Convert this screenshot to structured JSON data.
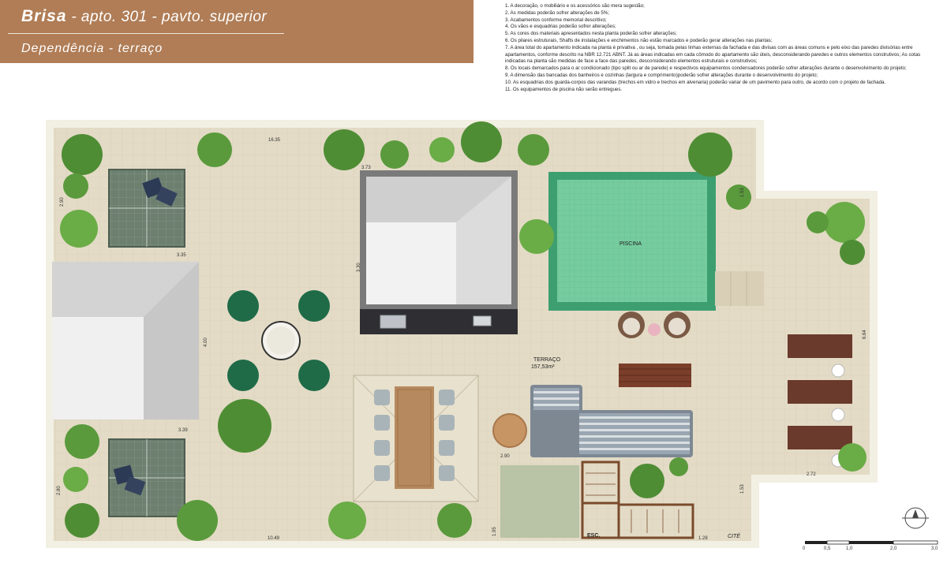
{
  "header": {
    "project": "Brisa",
    "unit_info": "- apto. 301 - pavto. superior",
    "subtitle": "Dependência - terraço",
    "accent_color": "#b07d56"
  },
  "notes": [
    "1. A decoração, o mobiliário e os acessórios são mera sugestão;",
    "2. As medidas poderão sofrer alterações de 5%;",
    "3. Acabamentos conforme memorial descritivo;",
    "4. Os vãos e esquadrias poderão sofrer alterações;",
    "5. As cores dos materiais apresentados nesta planta poderão sofrer alterações;",
    "6. Os pilares estruturais, Shafts de instalações e enchimentos não estão marcados e poderão gerar alterações nas plantas;",
    "7. A área total do apartamento indicada na planta é privativa , ou seja, tomada pelas linhas externas da fachada e das divisas com as áreas comuns e pelo eixo das paredes divisórias entre apartamentos, conforme descrito na NBR 12.721 ABNT. Já as áreas indicadas em cada cômodo do apartamento são úteis, desconsiderando paredes e outros elementos construtivos; As cotas indicadas na planta são medidas de face a face das paredes, desconsiderando elementos estruturais e construtivos;",
    "8. Os locais demarcados para o ar condicionado (tipo split ou ar de parede) e respectivos equipamentos condensadores poderão sofrer alterações durante o desenvolvimento do projeto;",
    "9. A dimensão das bancadas dos banheiros e cozinhas (largura e comprimento)poderão sofrer alterações durante o desenvolvimento do projeto;",
    "10. As esquadrias dos guarda-corpos das varandas (trechos em vidro e trechos em alvenaria) poderão variar de um pavimento para outro, de acordo com o projeto de fachada.",
    "11. Os equipamentos de piscina não serão entregues."
  ],
  "plan": {
    "pool_label": "PISCINA",
    "room_name": "TERRAÇO",
    "room_area": "157,53m²",
    "stairs_label": "ESC.",
    "logo_text": "CITÉ",
    "dimensions": {
      "top": "16.35",
      "bottom": "10.49",
      "left_top": "2.90",
      "left_bottom": "2.80",
      "upper_width": "3.35",
      "middle_height": "4.00",
      "lower_width": "3.39",
      "room_height": "3.30",
      "room_width": "3.73",
      "pool_side": "1.53",
      "right_height": "6.64",
      "right_bottom": "2.72",
      "stair_width": "2.90",
      "stair_side": "1.53",
      "bottom_small": "1.95",
      "bottom_right": "1.28"
    },
    "scale_ticks": [
      "0",
      "0,5",
      "1,0",
      "2,0",
      "3,0"
    ]
  },
  "colors": {
    "floor": "#e3dbc6",
    "border": "#f2efe3",
    "pool_water": "#6fc79c",
    "pool_edge": "#3aa070",
    "roof": "#e6e6e6",
    "chair_green": "#1f6b48",
    "sofa": "#8f9aa6",
    "wood": "#b68a5e",
    "lounger": "#6a3a2c"
  }
}
